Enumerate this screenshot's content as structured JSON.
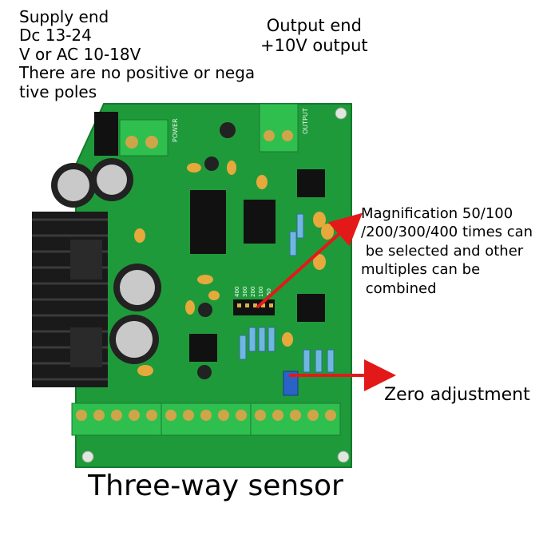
{
  "annotations": {
    "supply_end": "Supply end\nDc 13-24\nV or AC 10-18V\nThere are no positive or nega\ntive poles",
    "output_end": "Output end\n+10V output",
    "magnification": "Magnification 50/100\n/200/300/400 times can\n be selected and other\nmultiples can be\n combined",
    "zero_adjustment": "Zero adjustment",
    "caption": "Three-way sensor"
  },
  "board": {
    "power_label": "POWER",
    "output_label": "OUTPUT",
    "jumper_labels": [
      "400",
      "300",
      "200",
      "100",
      "50"
    ]
  },
  "colors": {
    "pcb": "#1f9a3a",
    "terminal": "#2fbf4f",
    "arrow": "#e31919",
    "heatsink": "#1a1a1a"
  }
}
